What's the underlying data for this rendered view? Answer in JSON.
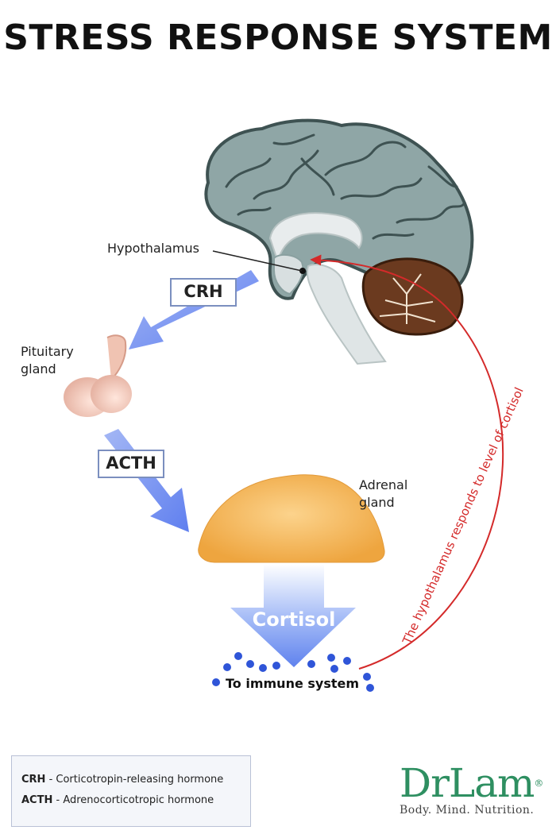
{
  "title": "STRESS RESPONSE SYSTEM",
  "labels": {
    "hypothalamus": "Hypothalamus",
    "pituitary_line1": "Pituitary",
    "pituitary_line2": "gland",
    "adrenal_line1": "Adrenal",
    "adrenal_line2": "gland",
    "crh": "CRH",
    "acth": "ACTH",
    "cortisol": "Cortisol",
    "immune": "To immune system",
    "feedback": "The hypothalamus responds to level of cortisol"
  },
  "legend": [
    {
      "abbr": "CRH",
      "text": " - Corticotropin-releasing hormone"
    },
    {
      "abbr": "ACTH",
      "text": " - Adrenocorticotropic hormone"
    }
  ],
  "logo": {
    "name": "DrLam",
    "tagline": "Body. Mind. Nutrition.",
    "trademark": "®"
  },
  "colors": {
    "brain": "#8fa6a6",
    "cerebellum": "#6b3a1f",
    "arrow_blue": "#6e8ff2",
    "feedback_red": "#d42a2a",
    "adrenal": "#f3b45a",
    "pituitary": "#f2c8b8",
    "molecule_blue": "#2f55d8",
    "logo_green": "#2e8f61"
  }
}
